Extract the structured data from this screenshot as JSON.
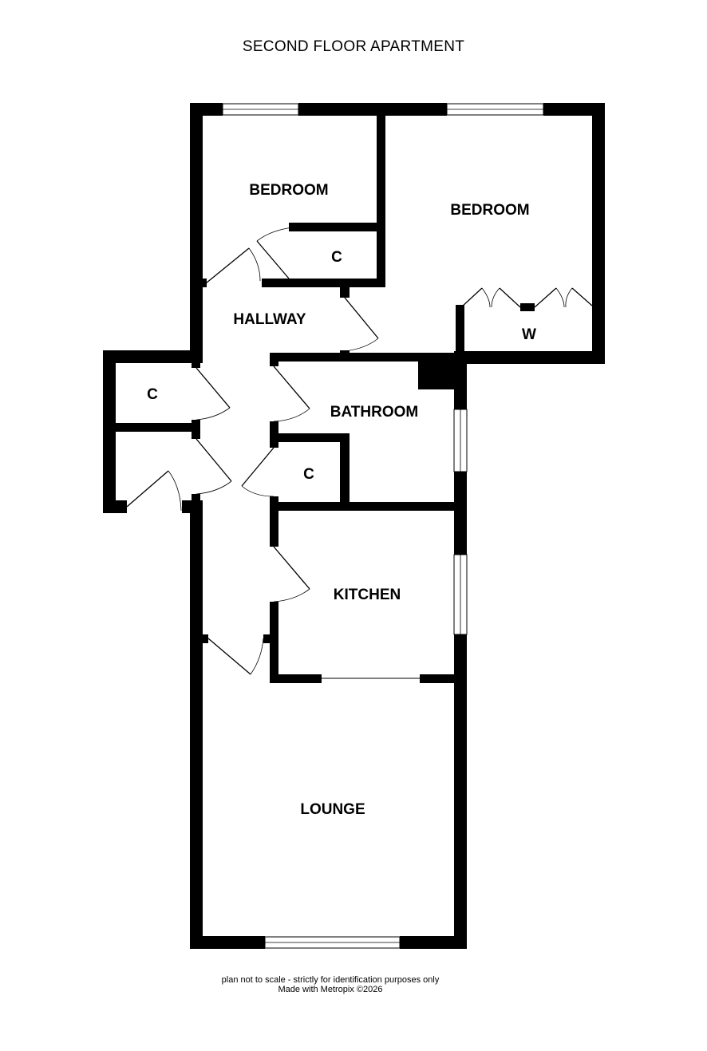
{
  "plan": {
    "title": "SECOND FLOOR APARTMENT",
    "rooms": {
      "bedroom_1": "BEDROOM",
      "bedroom_2": "BEDROOM",
      "cupboard_1": "C",
      "hallway": "HALLWAY",
      "wardrobe": "W",
      "cupboard_2": "C",
      "bathroom": "BATHROOM",
      "cupboard_3": "C",
      "kitchen": "KITCHEN",
      "lounge": "LOUNGE"
    }
  },
  "footer": {
    "disclaimer": "plan not to scale - strictly for identification purposes only",
    "credit": "Made with Metropix ©2026"
  },
  "colors": {
    "wall": "#000000",
    "background": "#ffffff"
  }
}
